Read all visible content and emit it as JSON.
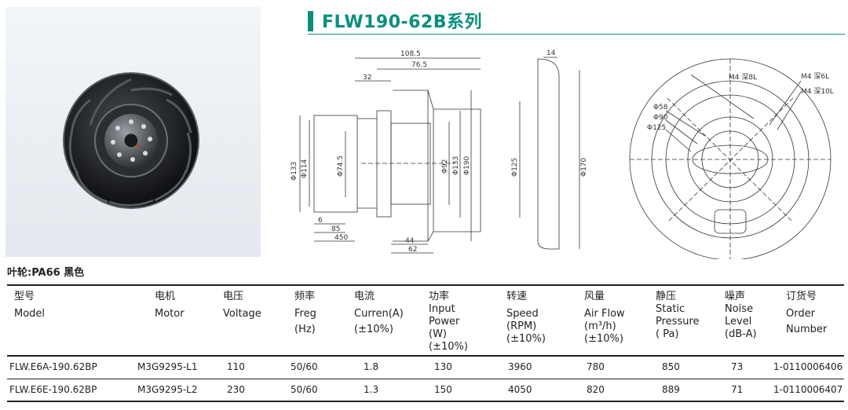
{
  "series_title": "FLW190-62B系列",
  "impeller_note": "叶轮:PA66 黑色",
  "drawing": {
    "side_dims": [
      "108.5",
      "76.5",
      "32",
      "Φ133",
      "Φ114",
      "Φ74.5",
      "Φ92",
      "Φ133",
      "Φ190",
      "6",
      "85",
      "450",
      "44",
      "62"
    ],
    "profile_dims": [
      "14",
      "Φ125",
      "Φ170"
    ],
    "front_dims": [
      "M4 深8L",
      "M4 深6L",
      "M4 深10L",
      "Φ58",
      "Φ90",
      "Φ125"
    ]
  },
  "table": {
    "headers": [
      {
        "zh": "型号",
        "en": [
          "Model"
        ]
      },
      {
        "zh": "电机",
        "en": [
          "Motor"
        ]
      },
      {
        "zh": "电压",
        "en": [
          "Voltage"
        ]
      },
      {
        "zh": "频率",
        "en": [
          "Freg",
          "(Hz)"
        ]
      },
      {
        "zh": "电流",
        "en": [
          "Curren(A)",
          "(±10%)"
        ]
      },
      {
        "zh": "功率",
        "en": [
          "Input",
          "Power",
          "(W)",
          "(±10%)"
        ]
      },
      {
        "zh": "转速",
        "en": [
          "Speed",
          "(RPM)",
          "(±10%)"
        ]
      },
      {
        "zh": "风量",
        "en": [
          "Air Flow",
          "(m³/h)",
          "(±10%)"
        ]
      },
      {
        "zh": "静压",
        "en": [
          "Static",
          "Pressure",
          "( Pa)"
        ]
      },
      {
        "zh": "噪声",
        "en": [
          "Noise",
          "Level",
          "(dB-A)"
        ]
      },
      {
        "zh": "订货号",
        "en": [
          "Order",
          "Number"
        ]
      }
    ],
    "rows": [
      [
        "FLW.E6A-190.62BP",
        "M3G9295-L1",
        "110",
        "50/60",
        "1.8",
        "130",
        "3960",
        "780",
        "850",
        "73",
        "1-0110006406"
      ],
      [
        "FLW.E6E-190.62BP",
        "M3G9295-L2",
        "230",
        "50/60",
        "1.3",
        "150",
        "4050",
        "820",
        "889",
        "71",
        "1-0110006407"
      ]
    ]
  }
}
